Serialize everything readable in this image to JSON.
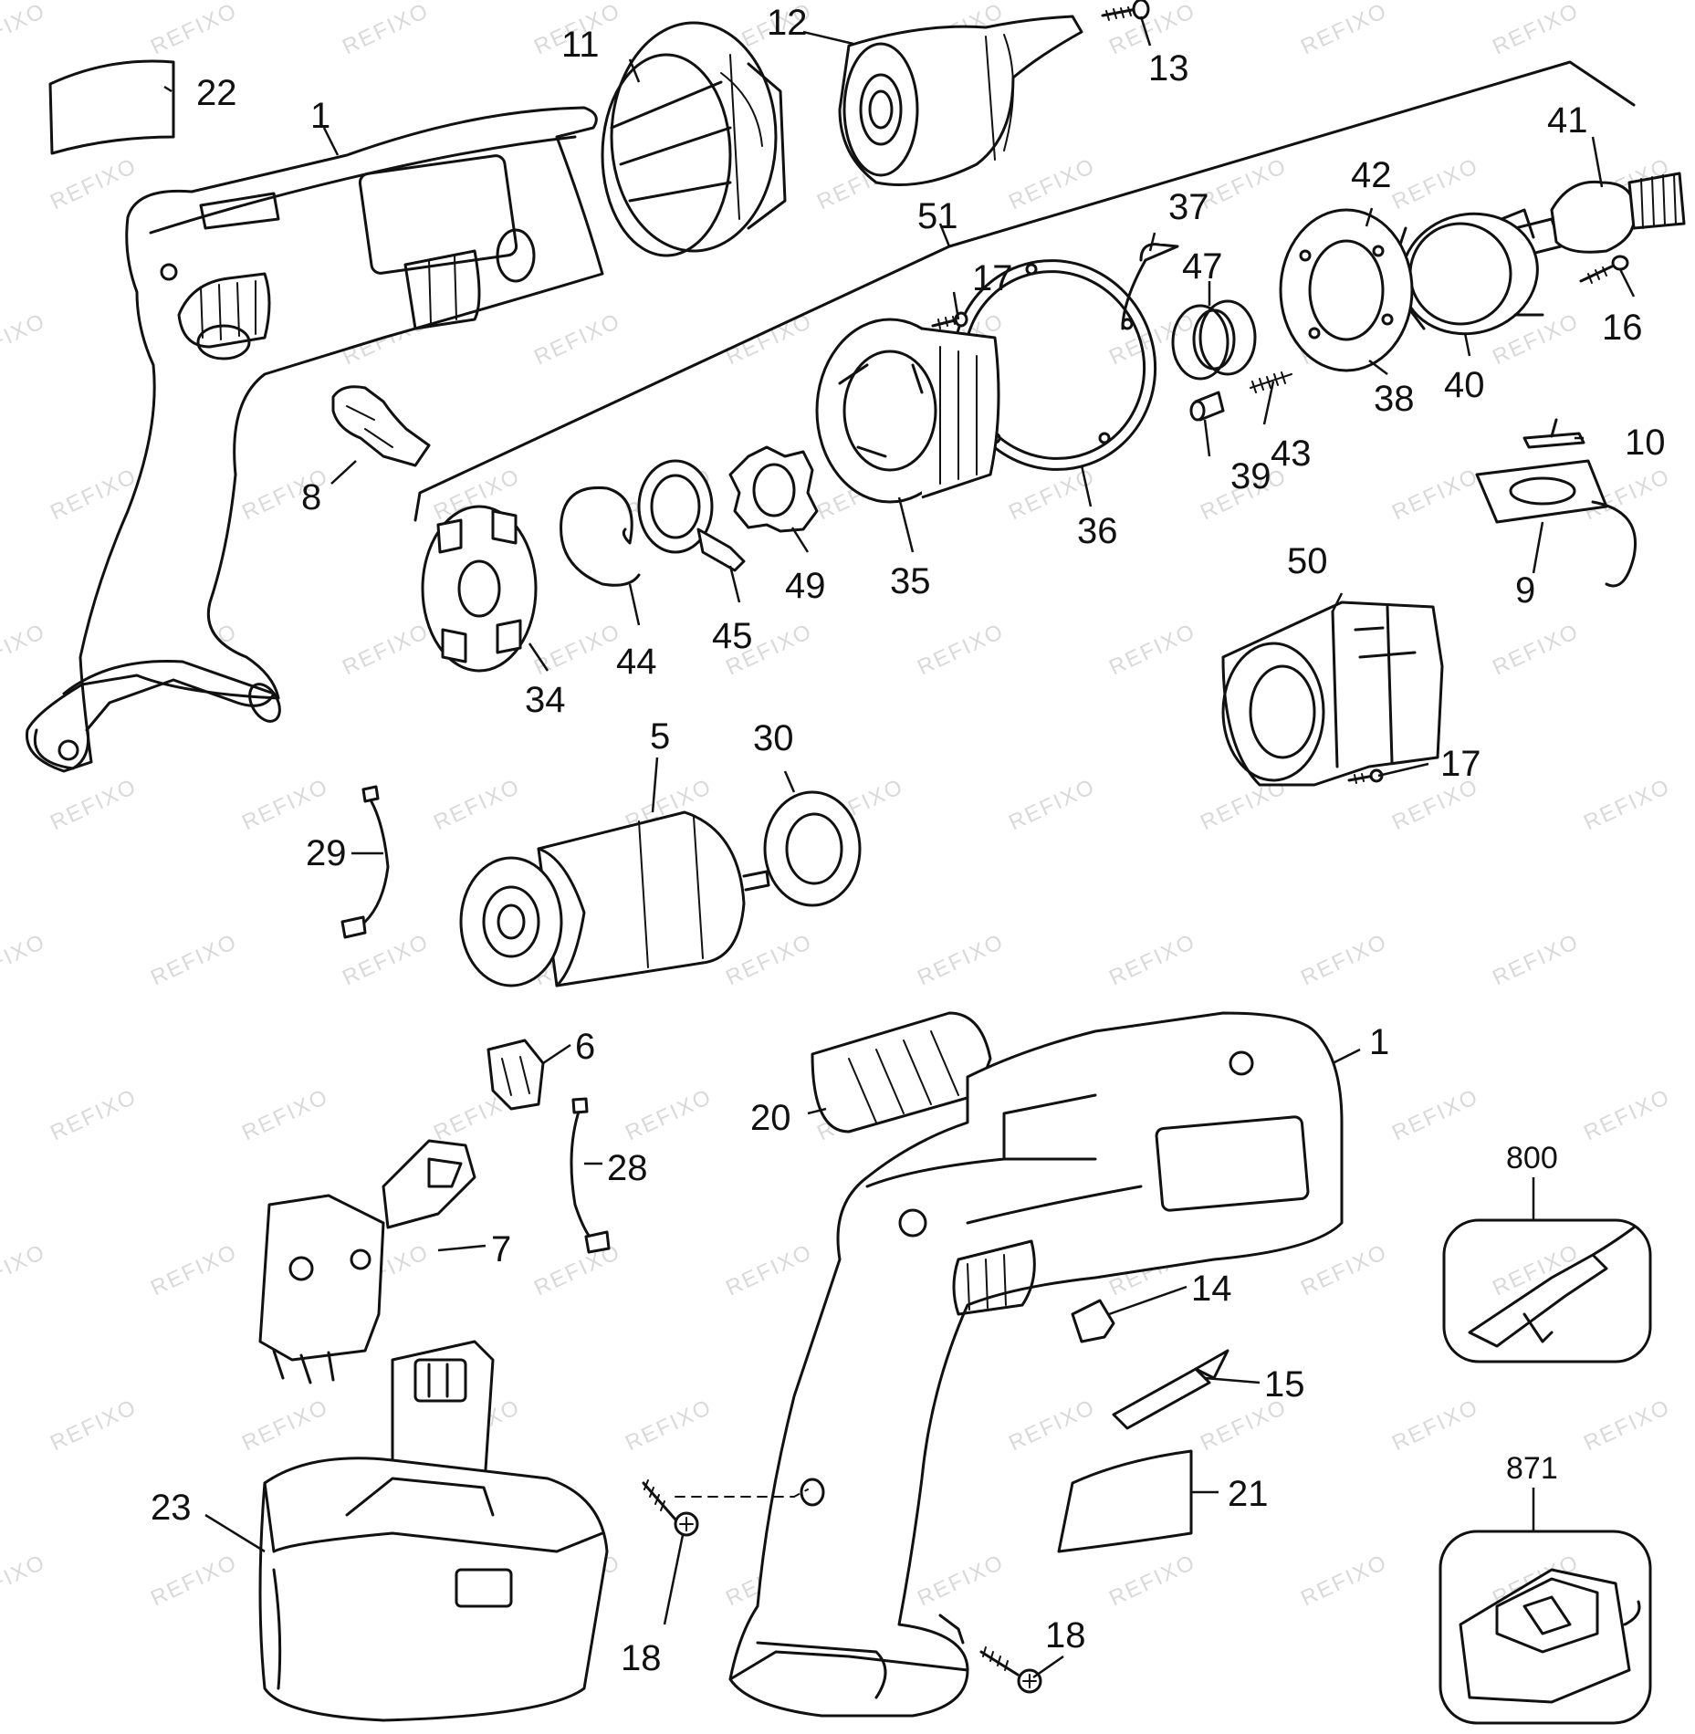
{
  "watermark": "REFIXO",
  "colors": {
    "ink": "#111111",
    "watermark": "#d9d9d9",
    "background": "#ffffff"
  },
  "callouts": {
    "c1_top": "1",
    "c1_bottom": "1",
    "c5": "5",
    "c6": "6",
    "c7": "7",
    "c8": "8",
    "c9": "9",
    "c10": "10",
    "c11": "11",
    "c12": "12",
    "c13": "13",
    "c14": "14",
    "c15": "15",
    "c16": "16",
    "c17_a": "17",
    "c17_b": "17",
    "c18_a": "18",
    "c18_b": "18",
    "c20": "20",
    "c21": "21",
    "c22": "22",
    "c23": "23",
    "c28": "28",
    "c29": "29",
    "c30": "30",
    "c34": "34",
    "c35": "35",
    "c36": "36",
    "c37": "37",
    "c38": "38",
    "c39": "39",
    "c40": "40",
    "c41": "41",
    "c42": "42",
    "c43": "43",
    "c44": "44",
    "c45": "45",
    "c47": "47",
    "c49": "49",
    "c50": "50",
    "c51": "51",
    "c800": "800",
    "c871": "871"
  }
}
